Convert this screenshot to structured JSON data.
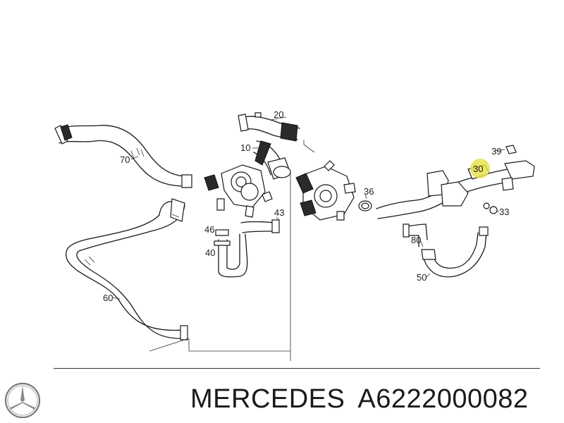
{
  "diagram": {
    "callouts": [
      {
        "id": "70",
        "text": "70"
      },
      {
        "id": "20",
        "text": "20"
      },
      {
        "id": "10",
        "text": "10"
      },
      {
        "id": "36",
        "text": "36"
      },
      {
        "id": "39",
        "text": "39"
      },
      {
        "id": "30",
        "text": "30",
        "highlight": "#e8e24a"
      },
      {
        "id": "33",
        "text": "33"
      },
      {
        "id": "43",
        "text": "43"
      },
      {
        "id": "46",
        "text": "46"
      },
      {
        "id": "40",
        "text": "40"
      },
      {
        "id": "80",
        "text": "80"
      },
      {
        "id": "50",
        "text": "50"
      },
      {
        "id": "60",
        "text": "60"
      }
    ]
  },
  "footer": {
    "brand": "MERCEDES",
    "part_number": "A6222000082",
    "logo_icon": "mercedes-star-icon"
  }
}
